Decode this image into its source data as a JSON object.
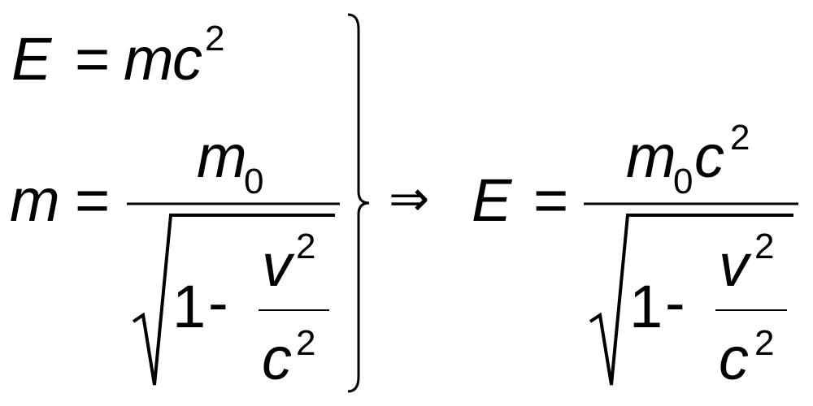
{
  "first_equation": {
    "lhs": "E",
    "equals": "=",
    "mass": "m",
    "speed": "c",
    "exponent": "2"
  },
  "second_equation": {
    "lhs": "m",
    "equals": "=",
    "numerator_mass": "m",
    "numerator_subscript": "0",
    "root_one": "1",
    "root_minus": "-",
    "velocity": "v",
    "velocity_exponent": "2",
    "speed": "c",
    "speed_exponent": "2"
  },
  "implies_symbol": "⇒",
  "result_equation": {
    "lhs": "E",
    "equals": "=",
    "numerator_mass": "m",
    "numerator_subscript": "0",
    "numerator_speed": "c",
    "numerator_exponent": "2",
    "root_one": "1",
    "root_minus": "-",
    "velocity": "v",
    "velocity_exponent": "2",
    "speed": "c",
    "speed_exponent": "2"
  }
}
